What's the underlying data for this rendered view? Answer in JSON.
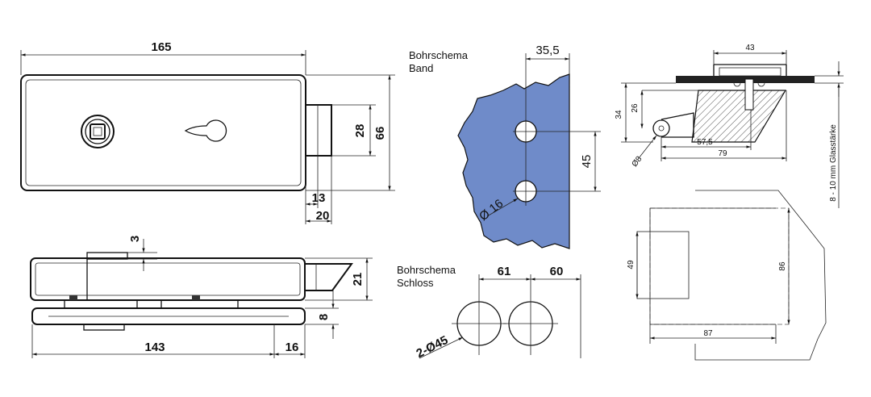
{
  "labels": {
    "bohrschema_band_1": "Bohrschema",
    "bohrschema_band_2": "Band",
    "bohrschema_schloss_1": "Bohrschema",
    "bohrschema_schloss_2": "Schloss",
    "glass_thickness": "8 - 10 mm Glasstärke"
  },
  "lock_front": {
    "width": "165",
    "height": "66",
    "latch_height": "28",
    "offset_13": "13",
    "offset_20": "20"
  },
  "lock_side": {
    "top_3": "3",
    "height_21": "21",
    "gap_8": "8",
    "length_143": "143",
    "length_16": "16"
  },
  "drill_band": {
    "spacing_x": "35,5",
    "spacing_y": "45",
    "hole_dia": "Ø 16"
  },
  "drill_schloss": {
    "dist_61": "61",
    "dist_60": "60",
    "hole_spec": "2-Ø45"
  },
  "hinge": {
    "width_43": "43",
    "height_34": "34",
    "height_26": "26",
    "dia_8": "Ø8",
    "len_57_5": "57,5",
    "len_79": "79"
  },
  "strike": {
    "height_49": "49",
    "height_86": "86",
    "width_87": "87"
  }
}
